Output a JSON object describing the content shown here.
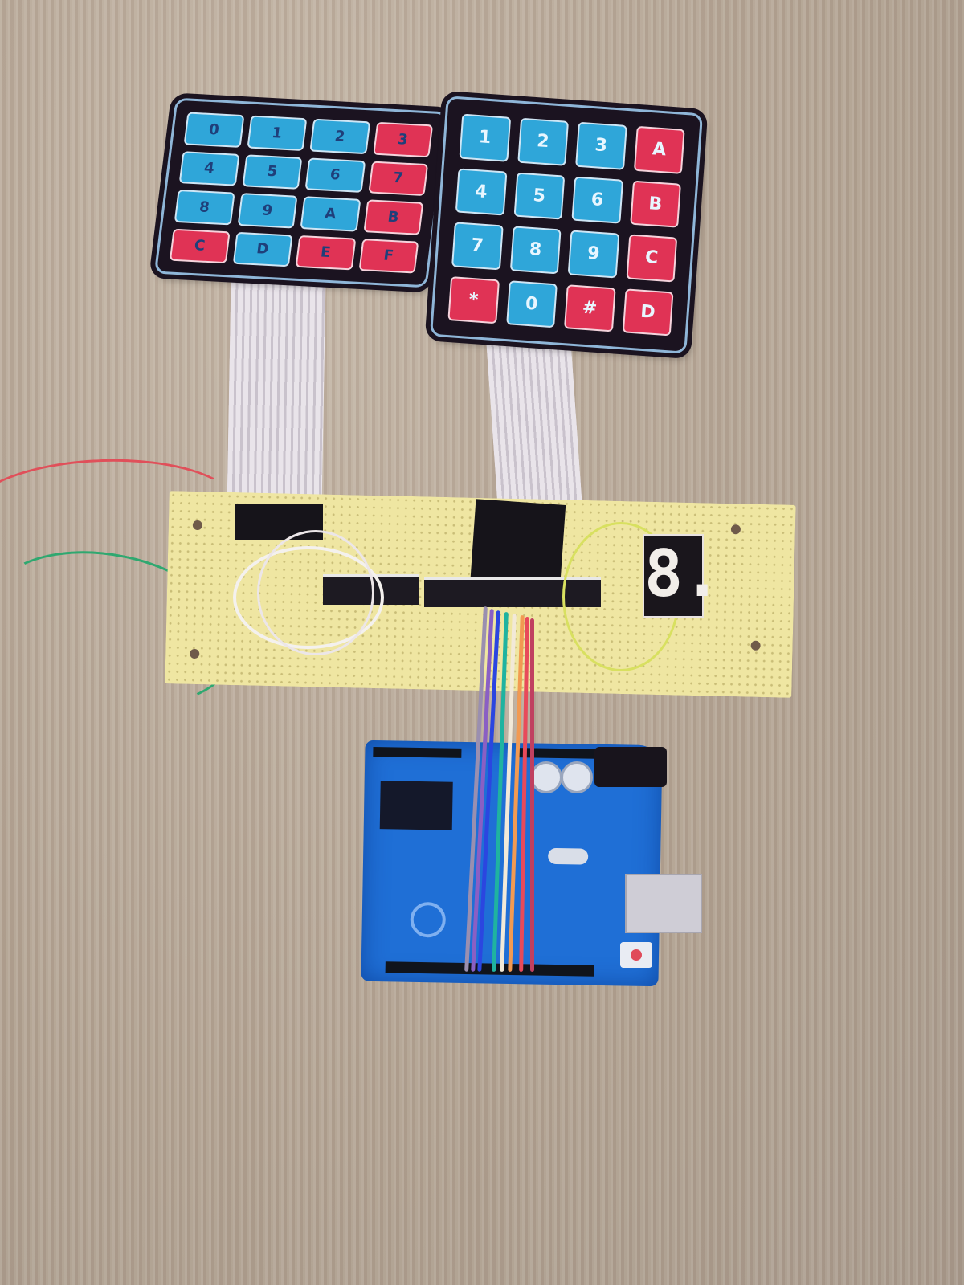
{
  "scene": {
    "description": "Photo of two 4x4 membrane keypads connected via ribbon cables to a perfboard circuit with ICs and a 7-segment display, wired with rainbow jumpers to a blue Arduino-compatible board, on a beige textured fabric surface",
    "background_color": "#b6a797"
  },
  "keypad_left": {
    "keys": [
      "0",
      "1",
      "2",
      "3",
      "4",
      "5",
      "6",
      "7",
      "8",
      "9",
      "A",
      "B",
      "C",
      "D",
      "E",
      "F"
    ],
    "colors": {
      "digit": "#2fa6d9",
      "letter": "#e03355"
    }
  },
  "keypad_right": {
    "keys": [
      "1",
      "2",
      "3",
      "A",
      "4",
      "5",
      "6",
      "B",
      "7",
      "8",
      "9",
      "C",
      "*",
      "0",
      "#",
      "D"
    ],
    "colors": {
      "digit": "#2fa6d9",
      "symbol": "#e03355"
    }
  },
  "seven_segment": {
    "display": "8."
  },
  "jumper_colors": [
    "#9a8fb0",
    "#8a5fc4",
    "#2b46e0",
    "#1fb3a0",
    "#f2e9d8",
    "#f29a52",
    "#e84a5a",
    "#c04060"
  ],
  "arduino": {
    "color": "#1f6fd6"
  }
}
